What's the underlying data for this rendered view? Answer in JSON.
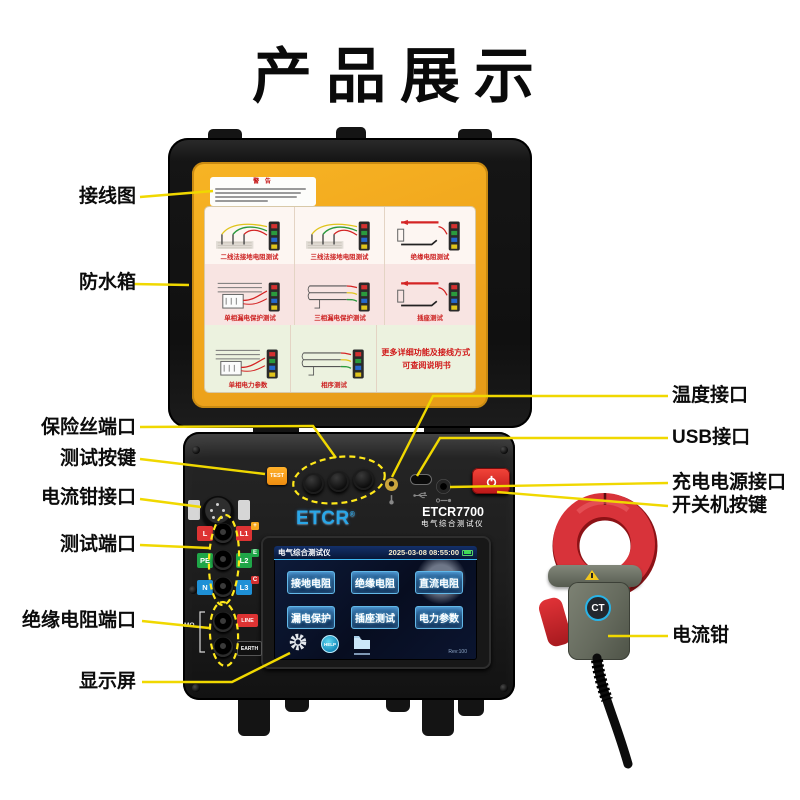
{
  "title": "产品展示",
  "callouts_left": [
    {
      "text": "接线图"
    },
    {
      "text": "防水箱"
    },
    {
      "text": "保险丝端口"
    },
    {
      "text": "测试按键"
    },
    {
      "text": "电流钳接口"
    },
    {
      "text": "测试端口"
    },
    {
      "text": "绝缘电阻端口"
    },
    {
      "text": "显示屏"
    }
  ],
  "callouts_right": [
    {
      "text": "温度接口"
    },
    {
      "text": "USB接口"
    },
    {
      "text": "充电电源接口"
    },
    {
      "text": "开关机按键"
    },
    {
      "text": "电流钳"
    }
  ],
  "lid_panel": {
    "warning_title": "警 告",
    "captions_row1": [
      "二线法接地电阻测试",
      "三线法接地电阻测试",
      "绝缘电阻测试"
    ],
    "captions_row2": [
      "单相漏电保护测试",
      "三相漏电保护测试",
      "插座测试"
    ],
    "captions_row3": [
      "单相电力参数",
      "相序测试"
    ],
    "note_line1": "更多详细功能及接线方式",
    "note_line2": "可查阅说明书"
  },
  "device": {
    "test_button_label": "TEST",
    "brand": "ETCR",
    "brand_reg": "®",
    "model": "ETCR7700",
    "model_subtitle": "电气综合测试仪",
    "terminals": {
      "left": [
        "L",
        "PE",
        "N"
      ],
      "right": [
        "L1",
        "L2",
        "L3"
      ],
      "right_badges": [
        "+",
        "E",
        "C"
      ],
      "line": "LINE",
      "earth": "EARTH",
      "mohm": "MΩ"
    },
    "screen": {
      "header_title": "电气综合测试仪",
      "datetime": "2025-03-08 08:55:00",
      "menu_row1": [
        "接地电阻",
        "绝缘电阻",
        "直流电阻"
      ],
      "menu_row2": [
        "漏电保护",
        "插座测试",
        "电力参数"
      ],
      "help": "HELP",
      "rev": "Rev:100"
    }
  },
  "clamp": {
    "ct_label": "CT"
  },
  "colors": {
    "leader_line": "#f0d800",
    "case_yellow": "#f0a51c",
    "test_orange": "#f6a01d",
    "power_red": "#d9242a",
    "screen_button_border": "#62b8e8"
  }
}
